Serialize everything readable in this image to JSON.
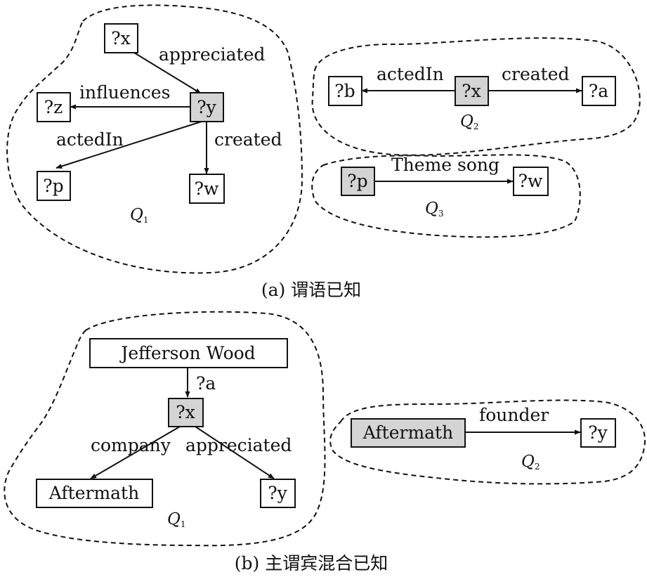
{
  "colors": {
    "ink": "#111111",
    "node_white": "#ffffff",
    "node_gray": "#d4d4d4"
  },
  "part_a": {
    "caption": "(a) 谓语已知",
    "q1": {
      "q_letter": "Q",
      "q_sub": "1",
      "nodes": {
        "x": "?x",
        "y": "?y",
        "z": "?z",
        "p": "?p",
        "w": "?w"
      },
      "edges": {
        "appreciated": "appreciated",
        "influences": "influences",
        "actedIn": "actedIn",
        "created": "created"
      }
    },
    "q2": {
      "q_letter": "Q",
      "q_sub": "2",
      "nodes": {
        "b": "?b",
        "x": "?x",
        "a": "?a"
      },
      "edges": {
        "actedIn": "actedIn",
        "created": "created"
      }
    },
    "q3": {
      "q_letter": "Q",
      "q_sub": "3",
      "nodes": {
        "p": "?p",
        "w": "?w"
      },
      "edges": {
        "theme_song": "Theme song"
      }
    }
  },
  "part_b": {
    "caption": "(b) 主谓宾混合已知",
    "q1": {
      "q_letter": "Q",
      "q_sub": "1",
      "nodes": {
        "jefferson": "Jefferson Wood",
        "x": "?x",
        "aftermath": "Aftermath",
        "y": "?y"
      },
      "edges": {
        "a": "?a",
        "company": "company",
        "appreciated": "appreciated"
      }
    },
    "q2": {
      "q_letter": "Q",
      "q_sub": "2",
      "nodes": {
        "aftermath": "Aftermath",
        "y": "?y"
      },
      "edges": {
        "founder": "founder"
      }
    }
  }
}
